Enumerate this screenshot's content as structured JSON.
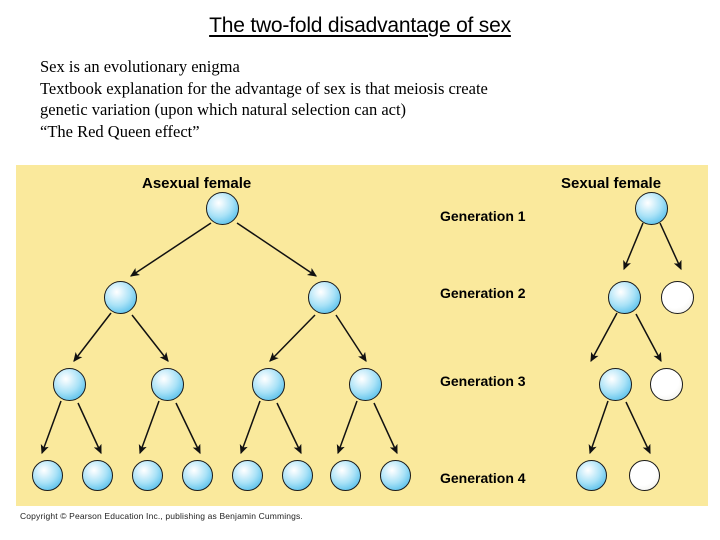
{
  "slide": {
    "title": "The two-fold disadvantage of sex",
    "body_lines": [
      "Sex is an evolutionary enigma",
      "Textbook explanation for the advantage of sex is that meiosis create",
      "genetic variation (upon which natural selection can act)",
      "“The Red Queen effect”"
    ],
    "copyright": "Copyright © Pearson Education  Inc., publishing as Benjamin Cummings."
  },
  "figure": {
    "background_color": "#fae99c",
    "headings": {
      "asexual": "Asexual female",
      "sexual": "Sexual female"
    },
    "generation_labels": [
      "Generation 1",
      "Generation 2",
      "Generation 3",
      "Generation 4"
    ],
    "legend_colors": {
      "female": "#7fd4f2",
      "male": "#ffffff",
      "outline": "#1a1a1a"
    },
    "asexual_tree": {
      "counts_per_generation": [
        1,
        2,
        4,
        8
      ],
      "all_female": true
    },
    "sexual_tree": {
      "counts_per_generation": [
        1,
        2,
        2,
        2
      ],
      "females_per_generation": [
        1,
        1,
        1,
        1
      ],
      "males_per_generation": [
        0,
        1,
        1,
        1
      ]
    }
  }
}
